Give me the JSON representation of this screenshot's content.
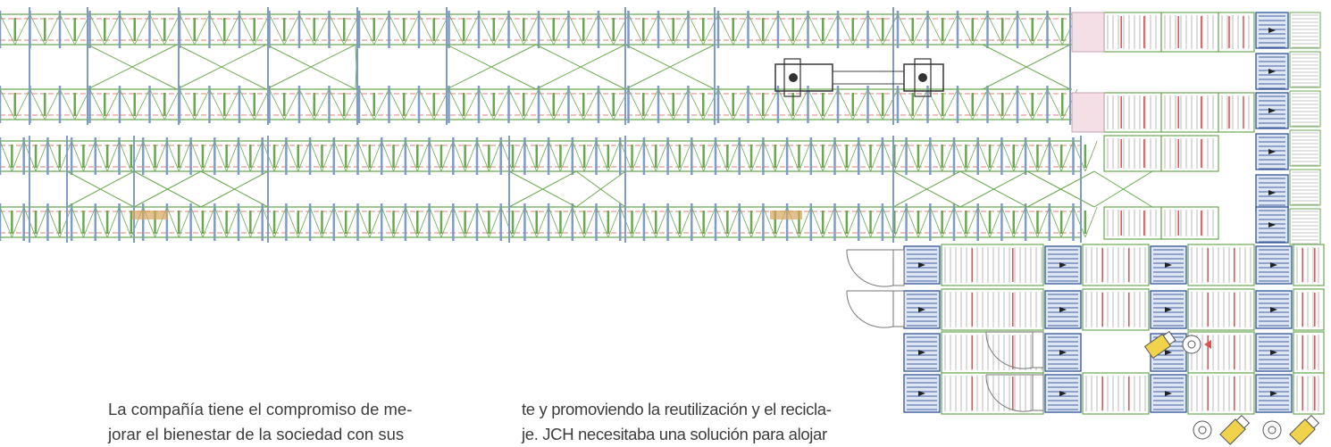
{
  "article": {
    "column_left": {
      "line1": "La compañía tiene el compromiso de me-",
      "line2": "jorar el bienestar de la sociedad con sus"
    },
    "column_right": {
      "line1": "te y promoviendo la reutilización y el recicla-",
      "line2": "je. JCH necesitaba una solución para alojar"
    }
  },
  "plan_drawing": {
    "colors": {
      "rack_green": "#6aa84f",
      "upright_blue": "#7e9cc8",
      "beam_red": "#d9534f",
      "conveyor_gray": "#8a8a8a",
      "station_blue": "#3f5f9f",
      "pallet_orange": "#d8a55f"
    },
    "icons": [
      "stacker-crane-icon",
      "forklift-icon",
      "operator-icon",
      "door-swing-icon"
    ]
  }
}
